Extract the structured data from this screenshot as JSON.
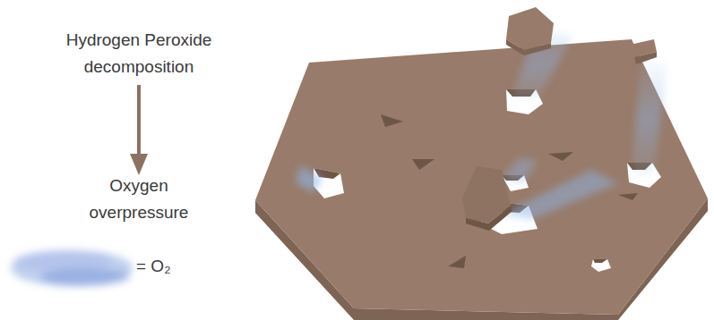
{
  "diagram": {
    "labels": [
      "Hydrogen Peroxide decomposition",
      "Oxygen overpressure",
      "= O₂"
    ]
  }
}
